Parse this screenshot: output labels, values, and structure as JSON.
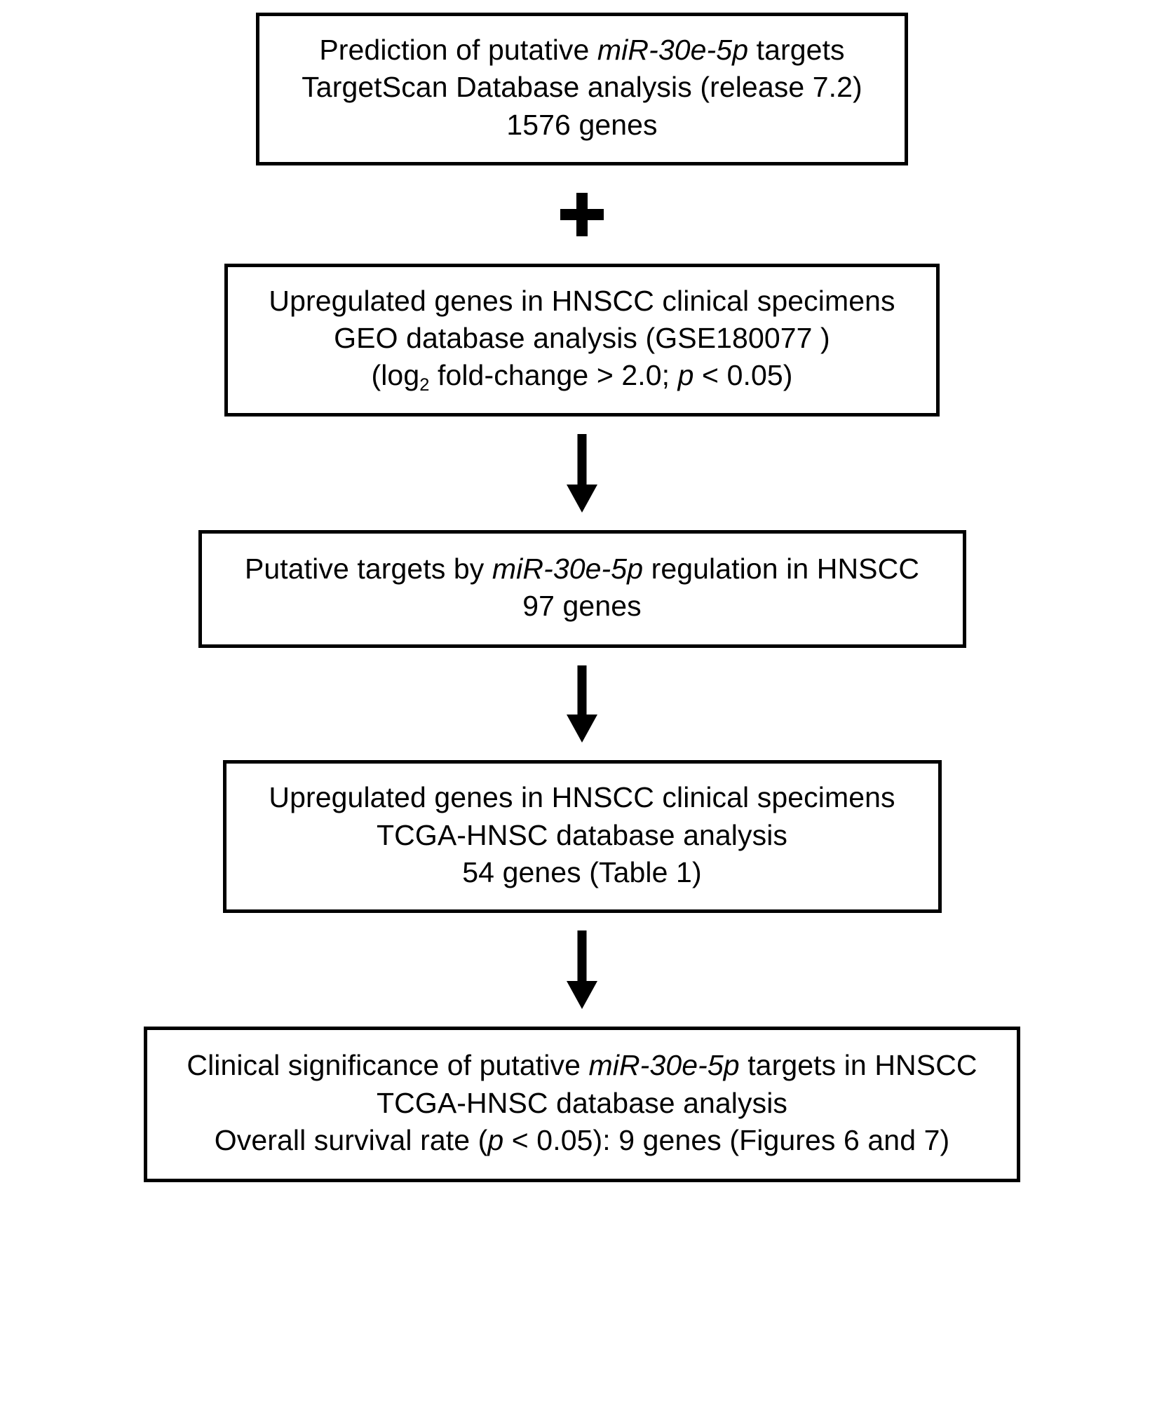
{
  "diagram": {
    "type": "flowchart",
    "orientation": "vertical",
    "title": "",
    "background_color": "#ffffff",
    "line_color": "#000000",
    "nodes": [
      {
        "id": "box-1",
        "name": "targetscan-prediction-box",
        "lines": [
          {
            "pre": "Prediction of putative ",
            "em": "miR-30e-5p",
            "post": " targets"
          },
          {
            "pre": "TargetScan Database analysis (release 7.2)",
            "em": "",
            "post": ""
          },
          {
            "pre": "1576 genes",
            "em": "",
            "post": ""
          }
        ]
      },
      {
        "id": "box-2",
        "name": "geo-upregulated-genes-box",
        "lines": [
          {
            "pre": "Upregulated genes in HNSCC clinical specimens",
            "em": "",
            "post": ""
          },
          {
            "pre": "GEO database analysis (GSE180077 )",
            "em": "",
            "post": ""
          },
          {
            "pre": "(log",
            "sub": "2",
            "mid": " fold-change > 2.0; ",
            "em": "p",
            "post": " < 0.05)"
          }
        ]
      },
      {
        "id": "box-3",
        "name": "putative-targets-box",
        "lines": [
          {
            "pre": "Putative targets by ",
            "em": "miR-30e-5p",
            "post": " regulation in HNSCC"
          },
          {
            "pre": "97 genes",
            "em": "",
            "post": ""
          }
        ]
      },
      {
        "id": "box-4",
        "name": "tcga-upregulated-genes-box",
        "lines": [
          {
            "pre": "Upregulated genes in HNSCC clinical specimens",
            "em": "",
            "post": ""
          },
          {
            "pre": "TCGA-HNSC database analysis",
            "em": "",
            "post": ""
          },
          {
            "pre": "54 genes (Table 1)",
            "em": "",
            "post": ""
          }
        ]
      },
      {
        "id": "box-5",
        "name": "clinical-significance-box",
        "lines": [
          {
            "pre": "Clinical significance of putative ",
            "em": "miR-30e-5p",
            "post": " targets in HNSCC"
          },
          {
            "pre": "TCGA-HNSC database analysis",
            "em": "",
            "post": ""
          },
          {
            "pre": "Overall survival rate (",
            "em": "p",
            "post": " < 0.05): 9 genes (Figures 6 and 7)"
          }
        ]
      }
    ],
    "connectors": [
      {
        "id": "plus-connector",
        "name": "plus-connector",
        "glyph": "plus",
        "symbol": "+"
      },
      {
        "id": "arrow-1",
        "name": "arrow-connector-1",
        "glyph": "arrow-down",
        "symbol": "↓"
      },
      {
        "id": "arrow-2",
        "name": "arrow-connector-2",
        "glyph": "arrow-down",
        "symbol": "↓"
      },
      {
        "id": "arrow-3",
        "name": "arrow-connector-3",
        "glyph": "arrow-down",
        "symbol": "↓"
      }
    ]
  },
  "box1": {
    "line1_pre": "Prediction of putative ",
    "line1_em": "miR-30e-5p",
    "line1_post": " targets",
    "line2": "TargetScan Database analysis (release 7.2)",
    "line3": "1576 genes"
  },
  "box2": {
    "line1": "Upregulated genes in HNSCC clinical specimens",
    "line2": "GEO database analysis (GSE180077 )",
    "line3_pre": "(log",
    "line3_sub": "2",
    "line3_mid": " fold-change > 2.0; ",
    "line3_em": "p",
    "line3_post": " < 0.05)"
  },
  "box3": {
    "line1_pre": "Putative targets by ",
    "line1_em": "miR-30e-5p",
    "line1_post": " regulation in HNSCC",
    "line2": "97 genes"
  },
  "box4": {
    "line1": "Upregulated genes in HNSCC clinical specimens",
    "line2": "TCGA-HNSC database analysis",
    "line3": "54 genes (Table 1)"
  },
  "box5": {
    "line1_pre": "Clinical significance of putative ",
    "line1_em": "miR-30e-5p",
    "line1_post": " targets in HNSCC",
    "line2": "TCGA-HNSC database analysis",
    "line3_pre": "Overall survival rate (",
    "line3_em": "p",
    "line3_post": " < 0.05): 9 genes (Figures 6 and 7)"
  }
}
